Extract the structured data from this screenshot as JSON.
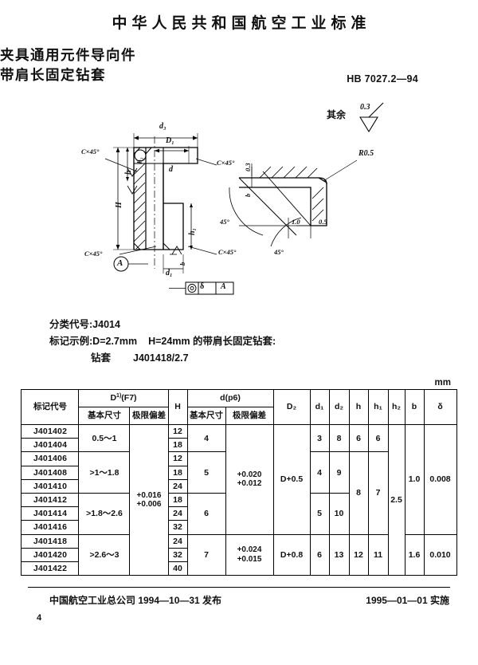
{
  "header": {
    "national_standard_line": "中华人民共和国航空工业标准",
    "title_line1": "夹具通用元件导向件",
    "title_line2": "带肩长固定钻套",
    "standard_number": "HB 7027.2—94"
  },
  "drawing": {
    "detail_caption": "其余",
    "surface_roughness_overall": "0.3",
    "labels": {
      "d3": "d₃",
      "D1": "D₁",
      "d": "d",
      "d1": "d₁",
      "H": "H",
      "h": "h",
      "h1": "h₁",
      "h2": "h₂",
      "b": "b",
      "chamfer": "C×45°",
      "datum": "A",
      "radius": "R0.5",
      "angle_45": "45°",
      "dim_0_5": "0.5",
      "dim_1_0": "1.0",
      "roughness_03": "0.3",
      "tolerance_symbol": "⌾",
      "tolerance_value": "δ",
      "tolerance_datum": "A"
    }
  },
  "spec": {
    "classification_label": "分类代号:",
    "classification_value": "J4014",
    "marking_label": "标记示例:",
    "marking_text": "D=2.7mm",
    "marking_text2": "H=24mm 的带肩长固定钻套:",
    "marking_product": "钻套",
    "marking_code": "J401418/2.7"
  },
  "table": {
    "unit": "mm",
    "headers": {
      "code": "标记代号",
      "D_group": "D",
      "D_group_sup": "1)",
      "D_group_fit": "(F7)",
      "basic_size": "基本尺寸",
      "limit_dev": "极限偏差",
      "H": "H",
      "d_group": "d(p6)",
      "D2": "D₂",
      "d1": "d₁",
      "d2": "d₂",
      "h": "h",
      "h1": "h₁",
      "h2": "h₂",
      "b": "b",
      "delta": "δ"
    },
    "codes": [
      "J401402",
      "J401404",
      "J401406",
      "J401408",
      "J401410",
      "J401412",
      "J401414",
      "J401416",
      "J401418",
      "J401420",
      "J401422"
    ],
    "H_values": [
      "12",
      "18",
      "12",
      "18",
      "24",
      "18",
      "24",
      "32",
      "24",
      "32",
      "40"
    ],
    "D_basic_groups": [
      {
        "label": "0.5～1",
        "rows": 2
      },
      {
        "label": ">1～1.8",
        "rows": 3
      },
      {
        "label": ">1.8～2.6",
        "rows": 3
      },
      {
        "label": ">2.6～3",
        "rows": 3
      }
    ],
    "D_limit_dev": {
      "upper": "+0.016",
      "lower": "+0.006",
      "rows": 11
    },
    "d_basic_groups": [
      {
        "label": "4",
        "rows": 2
      },
      {
        "label": "5",
        "rows": 3
      },
      {
        "label": "6",
        "rows": 3
      },
      {
        "label": "7",
        "rows": 3
      }
    ],
    "d_limit_dev_groups": [
      {
        "upper": "+0.020",
        "lower": "+0.012",
        "rows": 8
      },
      {
        "upper": "+0.024",
        "lower": "+0.015",
        "rows": 3
      }
    ],
    "D2_groups": [
      {
        "label": "D+0.5",
        "rows": 8
      },
      {
        "label": "D+0.8",
        "rows": 3
      }
    ],
    "d1_groups": [
      {
        "label": "3",
        "rows": 2
      },
      {
        "label": "4",
        "rows": 3
      },
      {
        "label": "5",
        "rows": 3
      },
      {
        "label": "6",
        "rows": 3
      }
    ],
    "d2_groups": [
      {
        "label": "8",
        "rows": 2
      },
      {
        "label": "9",
        "rows": 3
      },
      {
        "label": "10",
        "rows": 3
      },
      {
        "label": "13",
        "rows": 3
      }
    ],
    "h_groups": [
      {
        "label": "6",
        "rows": 2
      },
      {
        "label": "8",
        "rows": 6
      },
      {
        "label": "12",
        "rows": 3
      }
    ],
    "h1_groups": [
      {
        "label": "6",
        "rows": 2
      },
      {
        "label": "7",
        "rows": 6
      },
      {
        "label": "11",
        "rows": 3
      }
    ],
    "h2_groups": [
      {
        "label": "2.5",
        "rows": 11
      }
    ],
    "b_groups": [
      {
        "label": "1.0",
        "rows": 8
      },
      {
        "label": "1.6",
        "rows": 3
      }
    ],
    "delta_groups": [
      {
        "label": "0.008",
        "rows": 8
      },
      {
        "label": "0.010",
        "rows": 3
      }
    ]
  },
  "footer": {
    "issuer": "中国航空工业总公司 1994—10—31 发布",
    "effective": "1995—01—01 实施",
    "page_number": "4"
  }
}
